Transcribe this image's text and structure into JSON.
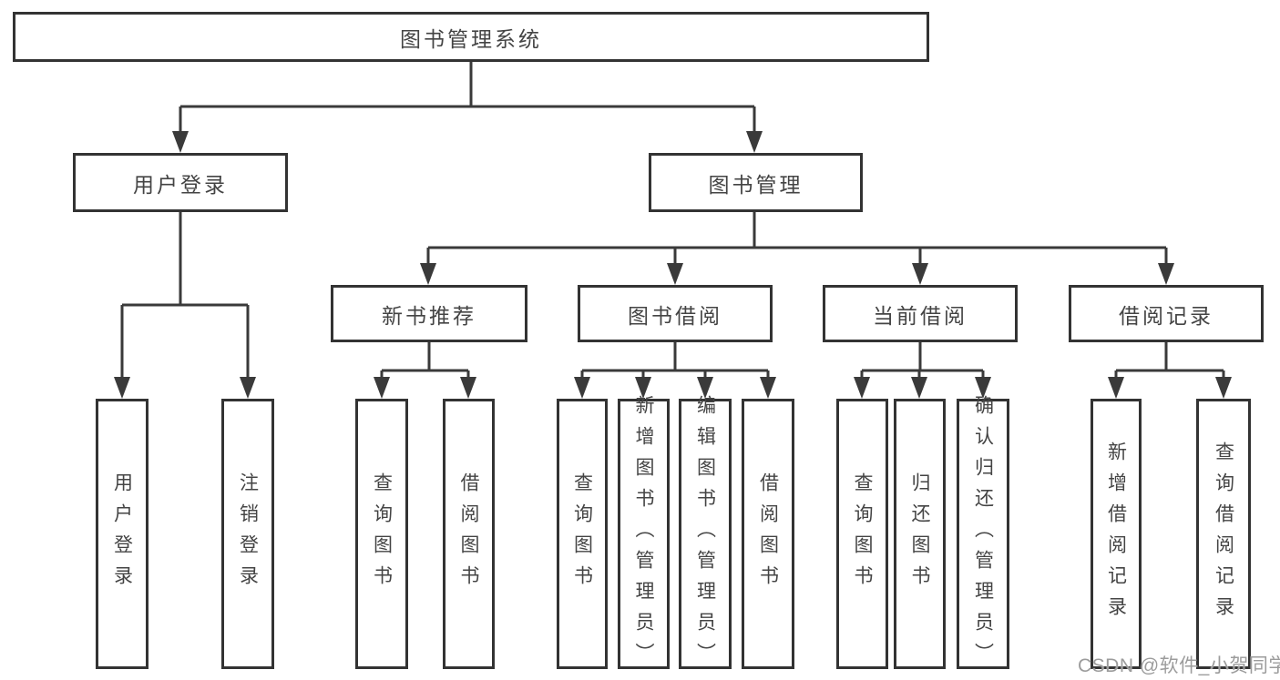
{
  "colors": {
    "background": "#ffffff",
    "line": "#3a3a3a",
    "box_border": "#333333",
    "text": "#444444",
    "watermark": "#9c9c9c"
  },
  "tree": {
    "root": {
      "label": "图书管理系统",
      "children": [
        {
          "label": "用户登录",
          "children": [
            {
              "label": "用户登录"
            },
            {
              "label": "注销登录"
            }
          ]
        },
        {
          "label": "图书管理",
          "children": [
            {
              "label": "新书推荐",
              "children": [
                {
                  "label": "查询图书"
                },
                {
                  "label": "借阅图书"
                }
              ]
            },
            {
              "label": "图书借阅",
              "children": [
                {
                  "label": "查询图书"
                },
                {
                  "label": "新增图书（管理员）"
                },
                {
                  "label": "编辑图书（管理员）"
                },
                {
                  "label": "借阅图书"
                }
              ]
            },
            {
              "label": "当前借阅",
              "children": [
                {
                  "label": "查询图书"
                },
                {
                  "label": "归还图书"
                },
                {
                  "label": "确认归还（管理员）"
                }
              ]
            },
            {
              "label": "借阅记录",
              "children": [
                {
                  "label": "新增借阅记录"
                },
                {
                  "label": "查询借阅记录"
                }
              ]
            }
          ]
        }
      ]
    }
  },
  "watermark": {
    "text": "CSDN @软件_小贺同学"
  }
}
